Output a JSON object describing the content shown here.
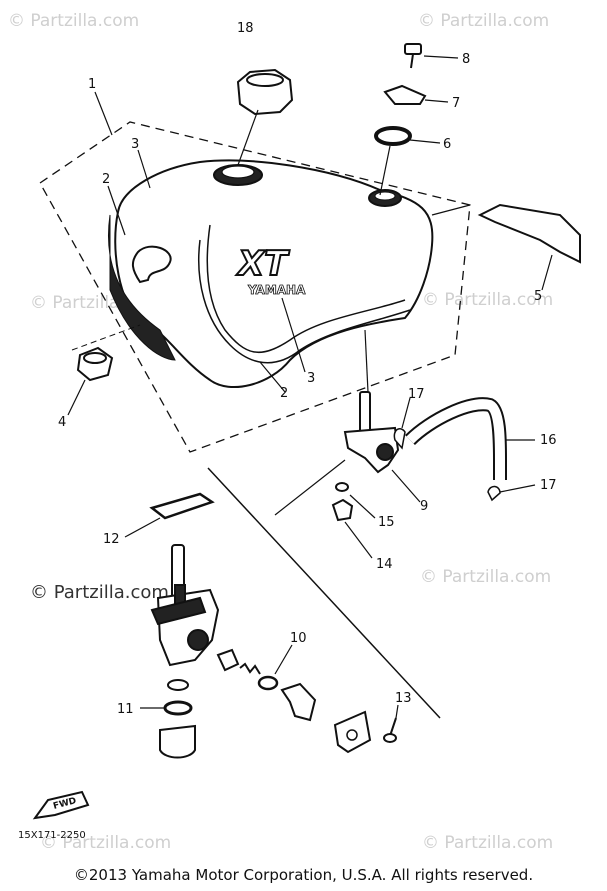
{
  "watermark": "© Partzilla.com",
  "callouts": {
    "c1": "1",
    "c2a": "2",
    "c2b": "2",
    "c3a": "3",
    "c3b": "3",
    "c4": "4",
    "c5": "5",
    "c6": "6",
    "c7": "7",
    "c8": "8",
    "c9": "9",
    "c10": "10",
    "c11": "11",
    "c12": "12",
    "c13": "13",
    "c14": "14",
    "c15": "15",
    "c16": "16",
    "c17a": "17",
    "c17b": "17",
    "c18": "18"
  },
  "tank_logo": {
    "model": "XT",
    "brand": "YAMAHA"
  },
  "fwd_label": "FWD",
  "drawing_code": "15X171-2250",
  "copyright": "©2013 Yamaha Motor Corporation, U.S.A. All rights reserved."
}
